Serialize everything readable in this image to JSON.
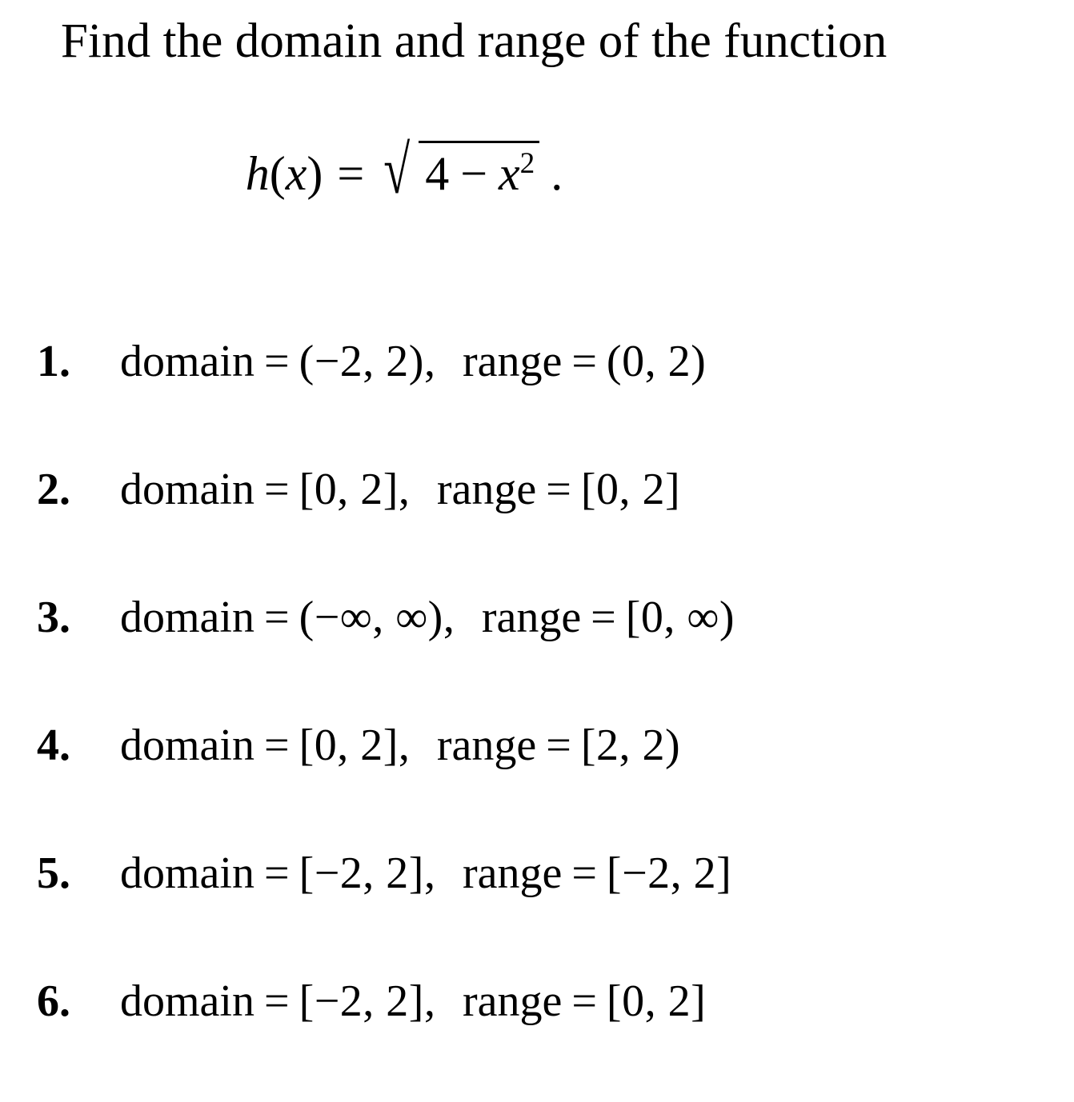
{
  "question": {
    "stem": "Find the domain and range of the function",
    "formula": {
      "function_name": "h",
      "open_paren": "(",
      "variable": "x",
      "close_paren": ")",
      "equals": "=",
      "radicand_number": "4",
      "minus": "−",
      "radicand_variable": "x",
      "exponent": "2",
      "radical_symbol": "√",
      "period": ".",
      "plain_text": "h(x) = √(4 − x²) ."
    }
  },
  "labels": {
    "domain": "domain",
    "range": "range",
    "equals": "=",
    "comma_separator": ","
  },
  "options": [
    {
      "number": "1.",
      "domain_label": "domain",
      "domain_eq": "=",
      "domain_interval": "(−2, 2)",
      "sep": ",",
      "range_label": "range",
      "range_eq": "=",
      "range_interval": "(0, 2)"
    },
    {
      "number": "2.",
      "domain_label": "domain",
      "domain_eq": "=",
      "domain_interval": "[0, 2]",
      "sep": ",",
      "range_label": "range",
      "range_eq": "=",
      "range_interval": "[0, 2]"
    },
    {
      "number": "3.",
      "domain_label": "domain",
      "domain_eq": "=",
      "domain_interval": "(−∞, ∞)",
      "sep": ",",
      "range_label": "range",
      "range_eq": "=",
      "range_interval": "[0, ∞)"
    },
    {
      "number": "4.",
      "domain_label": "domain",
      "domain_eq": "=",
      "domain_interval": "[0, 2]",
      "sep": ",",
      "range_label": "range",
      "range_eq": "=",
      "range_interval": "[2, 2)"
    },
    {
      "number": "5.",
      "domain_label": "domain",
      "domain_eq": "=",
      "domain_interval": "[−2, 2]",
      "sep": ",",
      "range_label": "range",
      "range_eq": "=",
      "range_interval": "[−2, 2]"
    },
    {
      "number": "6.",
      "domain_label": "domain",
      "domain_eq": "=",
      "domain_interval": "[−2, 2]",
      "sep": ",",
      "range_label": "range",
      "range_eq": "=",
      "range_interval": "[0, 2]"
    }
  ],
  "colors": {
    "background": "#ffffff",
    "text": "#000000"
  }
}
